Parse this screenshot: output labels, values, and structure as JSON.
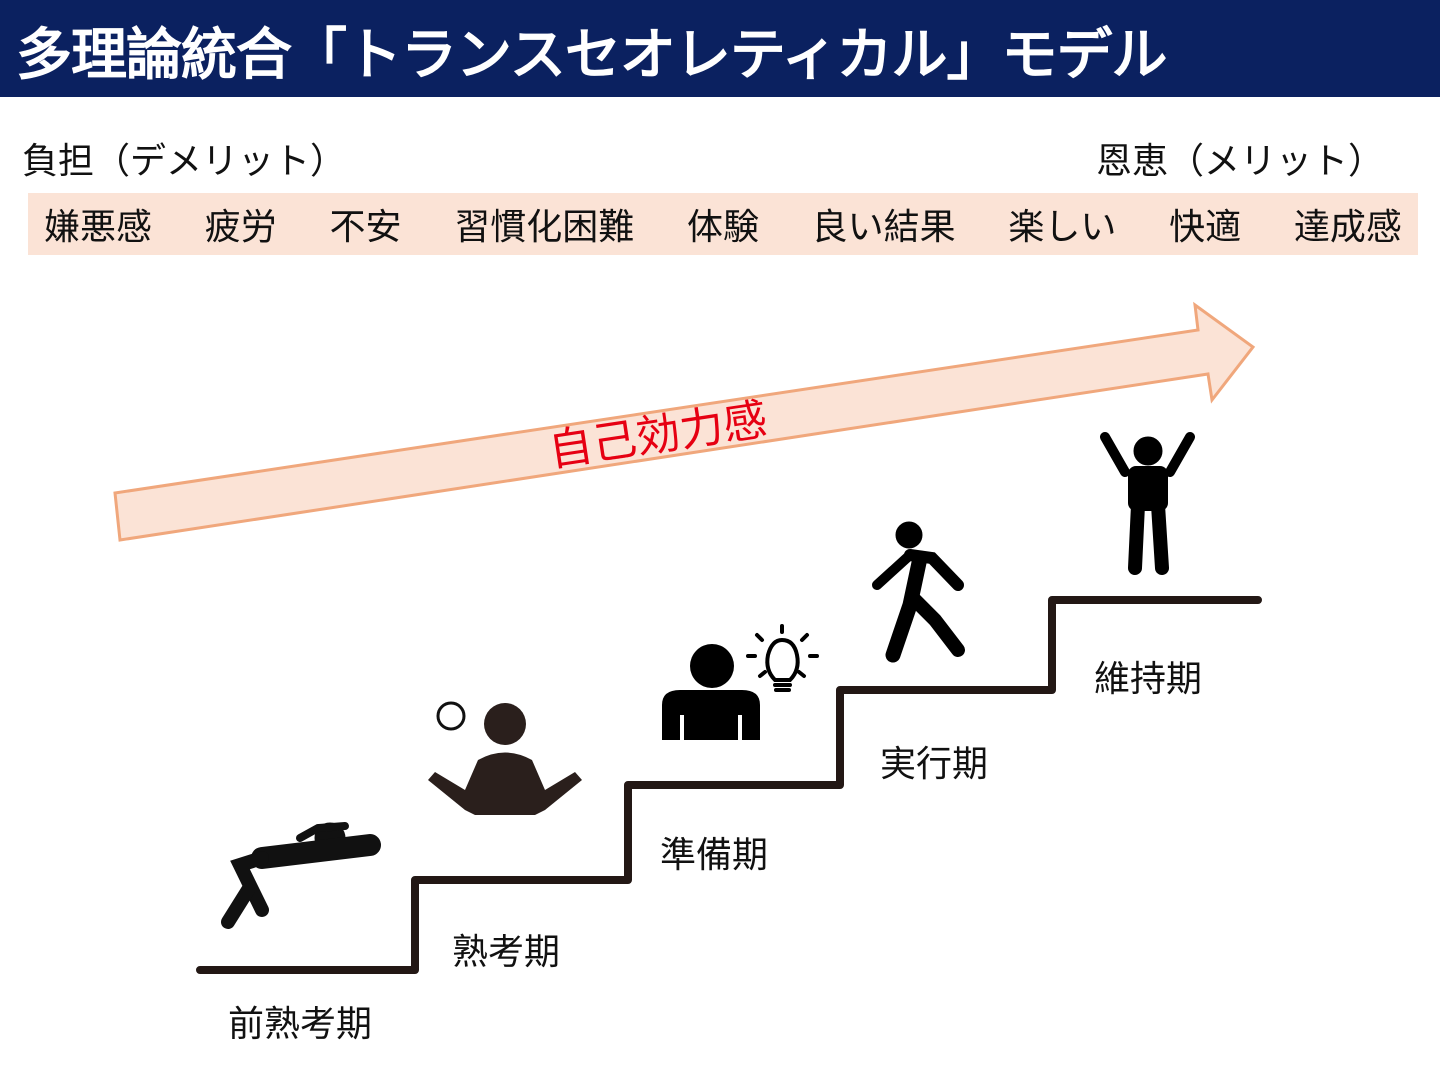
{
  "title": "多理論統合「トランスセオレティカル」モデル",
  "burden_label": "負担（デメリット）",
  "benefit_label": "恩恵（メリット）",
  "scale_items": [
    "嫌悪感",
    "疲労",
    "不安",
    "習慣化困難",
    "体験",
    "良い結果",
    "楽しい",
    "快適",
    "達成感"
  ],
  "arrow_label": "自己効力感",
  "stages": [
    "前熟考期",
    "熟考期",
    "準備期",
    "実行期",
    "維持期"
  ],
  "colors": {
    "title_bg": "#0b2160",
    "band": "#fbe3d6",
    "arrow_fill": "#fbe3d6",
    "arrow_stroke": "#f0a77c",
    "arrow_text": "#e60012",
    "stairs": "#231815"
  }
}
